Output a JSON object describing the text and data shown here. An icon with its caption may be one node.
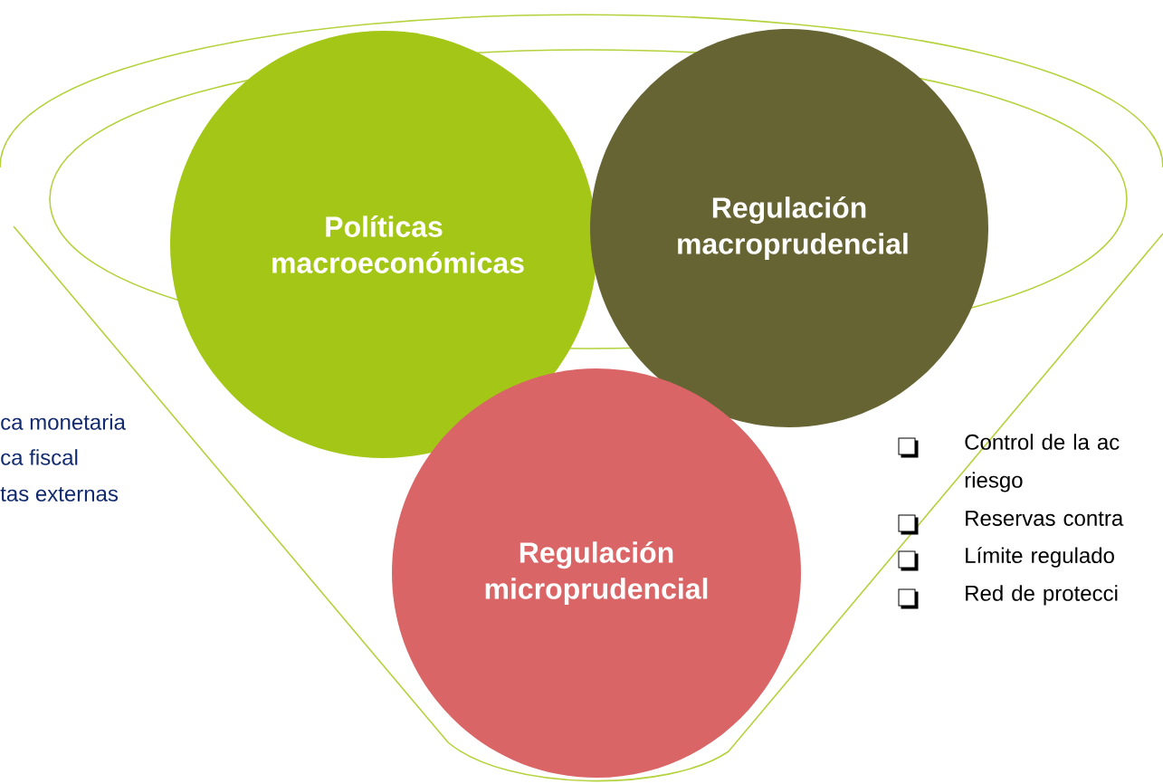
{
  "diagram": {
    "nodes": [
      {
        "text": [
          "Políticas macroeconómicas"
        ]
      },
      {
        "text": [
          "Regulación macroprudencial"
        ]
      },
      {
        "text": [
          "Regulación microprudencial"
        ]
      }
    ],
    "labels": [
      "ca monetaria",
      "ca fiscal",
      "tas externas",
      "Control de la ac riesgo",
      "Reservas contra",
      "Límite regulado",
      "Red de protecci"
    ]
  }
}
